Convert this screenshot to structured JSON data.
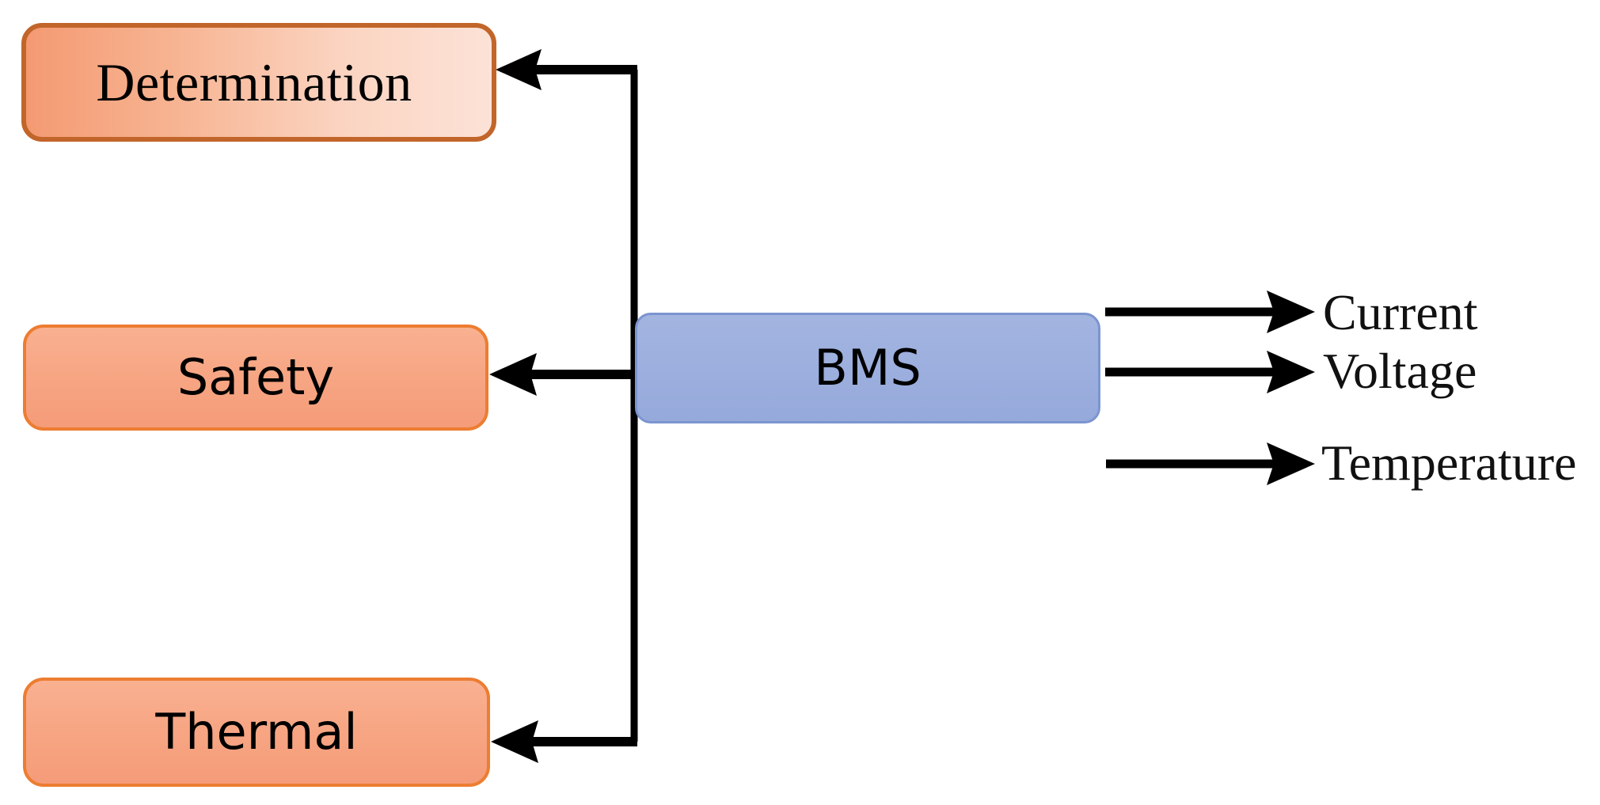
{
  "diagram": {
    "title": "BMS functions and measured signals block diagram",
    "background_color": "#ffffff"
  },
  "nodes": {
    "bms": {
      "label": "BMS",
      "fill_color": "#9CAFDE",
      "border_color": "#7B95D0",
      "text_color": "#000000"
    },
    "determination": {
      "label": "Determination",
      "fill_color_start": "#F49A72",
      "fill_color_end": "#FCE2D7",
      "border_color": "#C2652A",
      "text_color": "#000000"
    },
    "safety": {
      "label": "Safety",
      "fill_color": "#F7A684",
      "border_color": "#ED7D31",
      "text_color": "#000000"
    },
    "thermal": {
      "label": "Thermal",
      "fill_color": "#F7A684",
      "border_color": "#ED7D31",
      "text_color": "#000000"
    }
  },
  "outputs": [
    {
      "label": "Current",
      "arrow": "arrow-right"
    },
    {
      "label": "Voltage",
      "arrow": "arrow-right"
    },
    {
      "label": "Temperature",
      "arrow": "arrow-right"
    }
  ],
  "connectors": {
    "stroke_color": "#000000",
    "to_determination": "arrow-left",
    "to_safety": "arrow-left",
    "to_thermal": "arrow-left"
  }
}
